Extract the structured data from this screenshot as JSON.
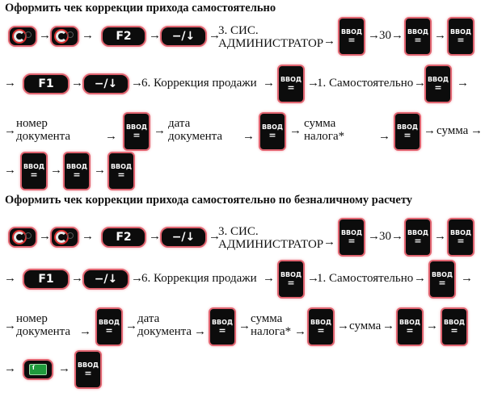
{
  "section1": {
    "title": "Оформить чек коррекции прихода самостоятельно"
  },
  "section2": {
    "title": "Оформить чек коррекции прихода самостоятельно по безналичному расчету"
  },
  "keys": {
    "vvod": "ВВОД",
    "eq": "=",
    "f1": "F1",
    "f2": "F2",
    "minus": "−/↓",
    "card": "ſ"
  },
  "arrow": "→",
  "steps": {
    "admin1": "3. СИС.",
    "admin2": "АДМИНИСТРАТОР",
    "thirty": "30",
    "correction": "6. Коррекция продажи",
    "self": "1. Самостоятельно",
    "docnum1": "номер",
    "docnum2": "документа",
    "docdate1": "дата",
    "docdate2": "документа",
    "tax1": "сумма",
    "tax2": "налога*",
    "sum": "сумма"
  }
}
